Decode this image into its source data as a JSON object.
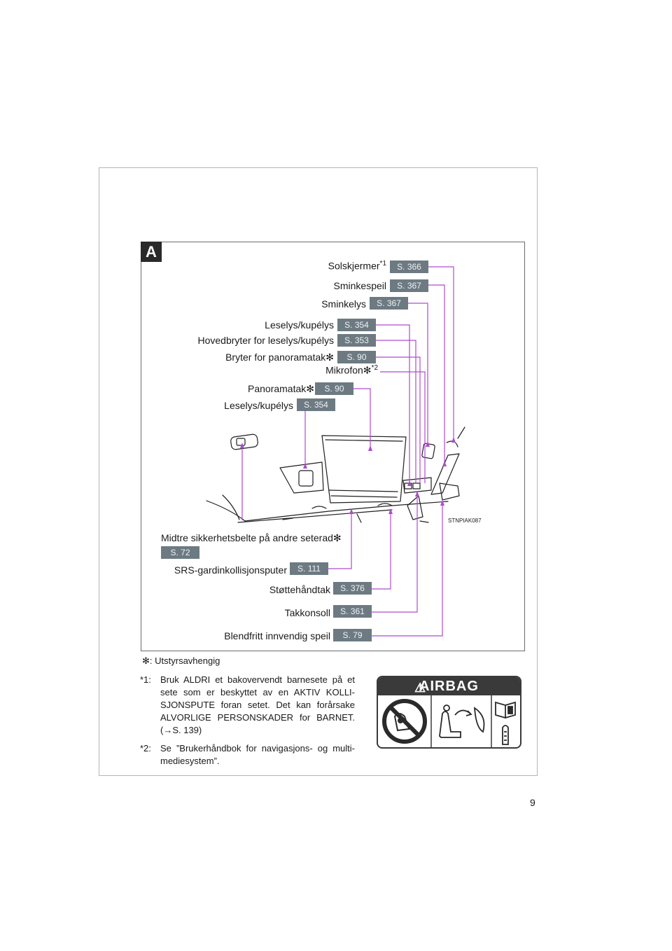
{
  "page_number": "9",
  "section_tag": "A",
  "labels": {
    "solskjermer": {
      "text": "Solskjermer",
      "sup": "*1",
      "ref": "S. 366"
    },
    "sminkespeil": {
      "text": "Sminkespeil",
      "ref": "S. 367"
    },
    "sminkelys": {
      "text": "Sminkelys",
      "ref": "S. 367"
    },
    "leselys_1": {
      "text": "Leselys/kupélys",
      "ref": "S. 354"
    },
    "hovedbryter": {
      "text": "Hovedbryter for leselys/kupélys",
      "ref": "S. 353"
    },
    "bryter_panorama": {
      "text": "Bryter for panoramatak✻",
      "ref": "S. 90"
    },
    "mikrofon": {
      "text": "Mikrofon✻",
      "sup": "*2"
    },
    "panoramatak": {
      "text": "Panoramatak✻",
      "ref": "S. 90"
    },
    "leselys_2": {
      "text": "Leselys/kupélys",
      "ref": "S. 354"
    },
    "midtre_belte": {
      "text": "Midtre sikkerhetsbelte på andre seterad✻",
      "ref": "S. 72"
    },
    "srs": {
      "text": "SRS-gardinkollisjonsputer",
      "ref": "S. 111"
    },
    "stottehandtak": {
      "text": "Støttehåndtak",
      "ref": "S. 376"
    },
    "takkonsoll": {
      "text": "Takkonsoll",
      "ref": "S. 361"
    },
    "blendfritt": {
      "text": "Blendfritt innvendig speil",
      "ref": "S. 79"
    }
  },
  "image_code": "STNPIAK087",
  "footnotes": {
    "asterisk": {
      "mark": "✻",
      "text": ": Utstyrsavhengig"
    },
    "note1": {
      "mark": "*1:",
      "text": "Bruk ALDRI et bakovervendt barnesete på et sete som er beskyttet av en AKTIV KOLLI-SJONSPUTE foran setet. Det kan forårsake ALVORLIGE PERSONSKADER for BARNET. (→S. 139)"
    },
    "note2": {
      "mark": "*2:",
      "text": "Se ”Brukerhåndbok for navigasjons- og multi-mediesystem”."
    }
  },
  "airbag_label": "AIRBAG",
  "colors": {
    "leader_line": "#b04ad0",
    "ref_badge": "#6d7a82",
    "header_band": "#dcdcdc"
  }
}
